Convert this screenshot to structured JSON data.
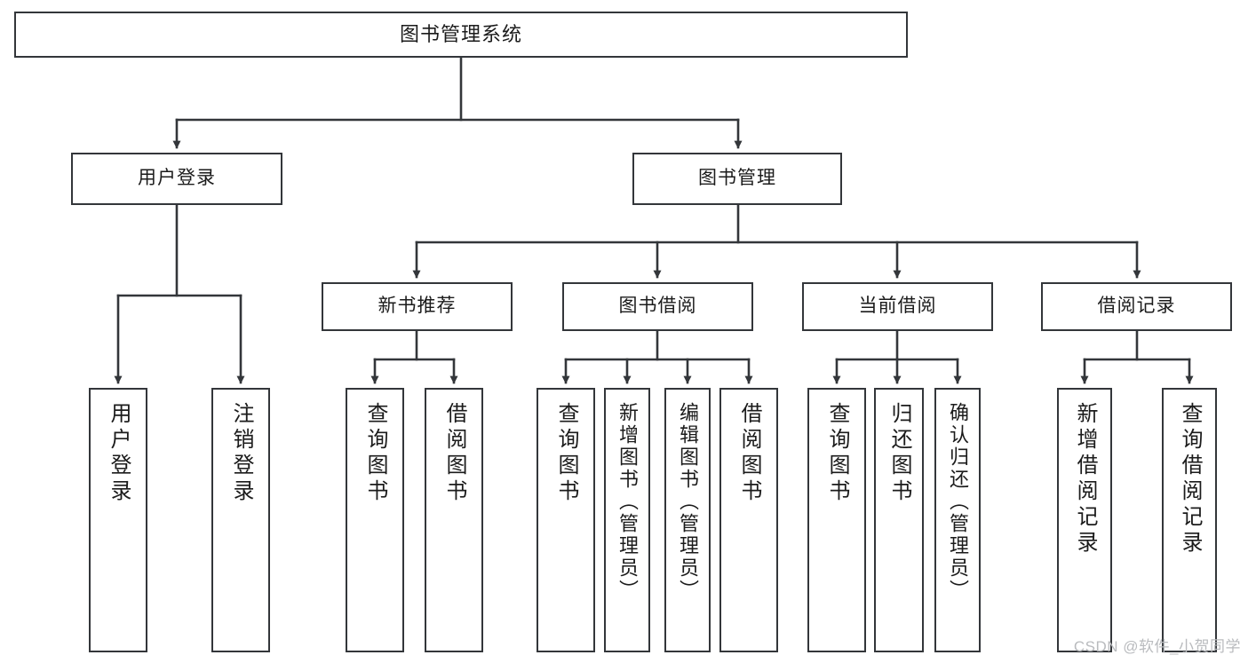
{
  "diagram": {
    "type": "hierarchy-tree",
    "title": "图书管理系统",
    "watermark": "CSDN @软件_小贺同学",
    "colors": {
      "stroke": "#33363a",
      "fill": "#ffffff",
      "text": "#1b1b1b",
      "watermark": "#b9bbbe"
    },
    "root": {
      "label": "图书管理系统"
    },
    "level1": [
      {
        "label": "用户登录"
      },
      {
        "label": "图书管理"
      }
    ],
    "level2": [
      {
        "label": "新书推荐"
      },
      {
        "label": "图书借阅"
      },
      {
        "label": "当前借阅"
      },
      {
        "label": "借阅记录"
      }
    ],
    "leaves": {
      "user_login": [
        {
          "label": "用户登录"
        },
        {
          "label": "注销登录"
        }
      ],
      "new_book": [
        {
          "label": "查询图书"
        },
        {
          "label": "借阅图书"
        }
      ],
      "book_borrow": [
        {
          "label": "查询图书"
        },
        {
          "label": "新增图书（管理员）"
        },
        {
          "label": "编辑图书（管理员）"
        },
        {
          "label": "借阅图书"
        }
      ],
      "current_borrow": [
        {
          "label": "查询图书"
        },
        {
          "label": "归还图书"
        },
        {
          "label": "确认归还（管理员）"
        }
      ],
      "borrow_record": [
        {
          "label": "新增借阅记录"
        },
        {
          "label": "查询借阅记录"
        }
      ]
    }
  }
}
